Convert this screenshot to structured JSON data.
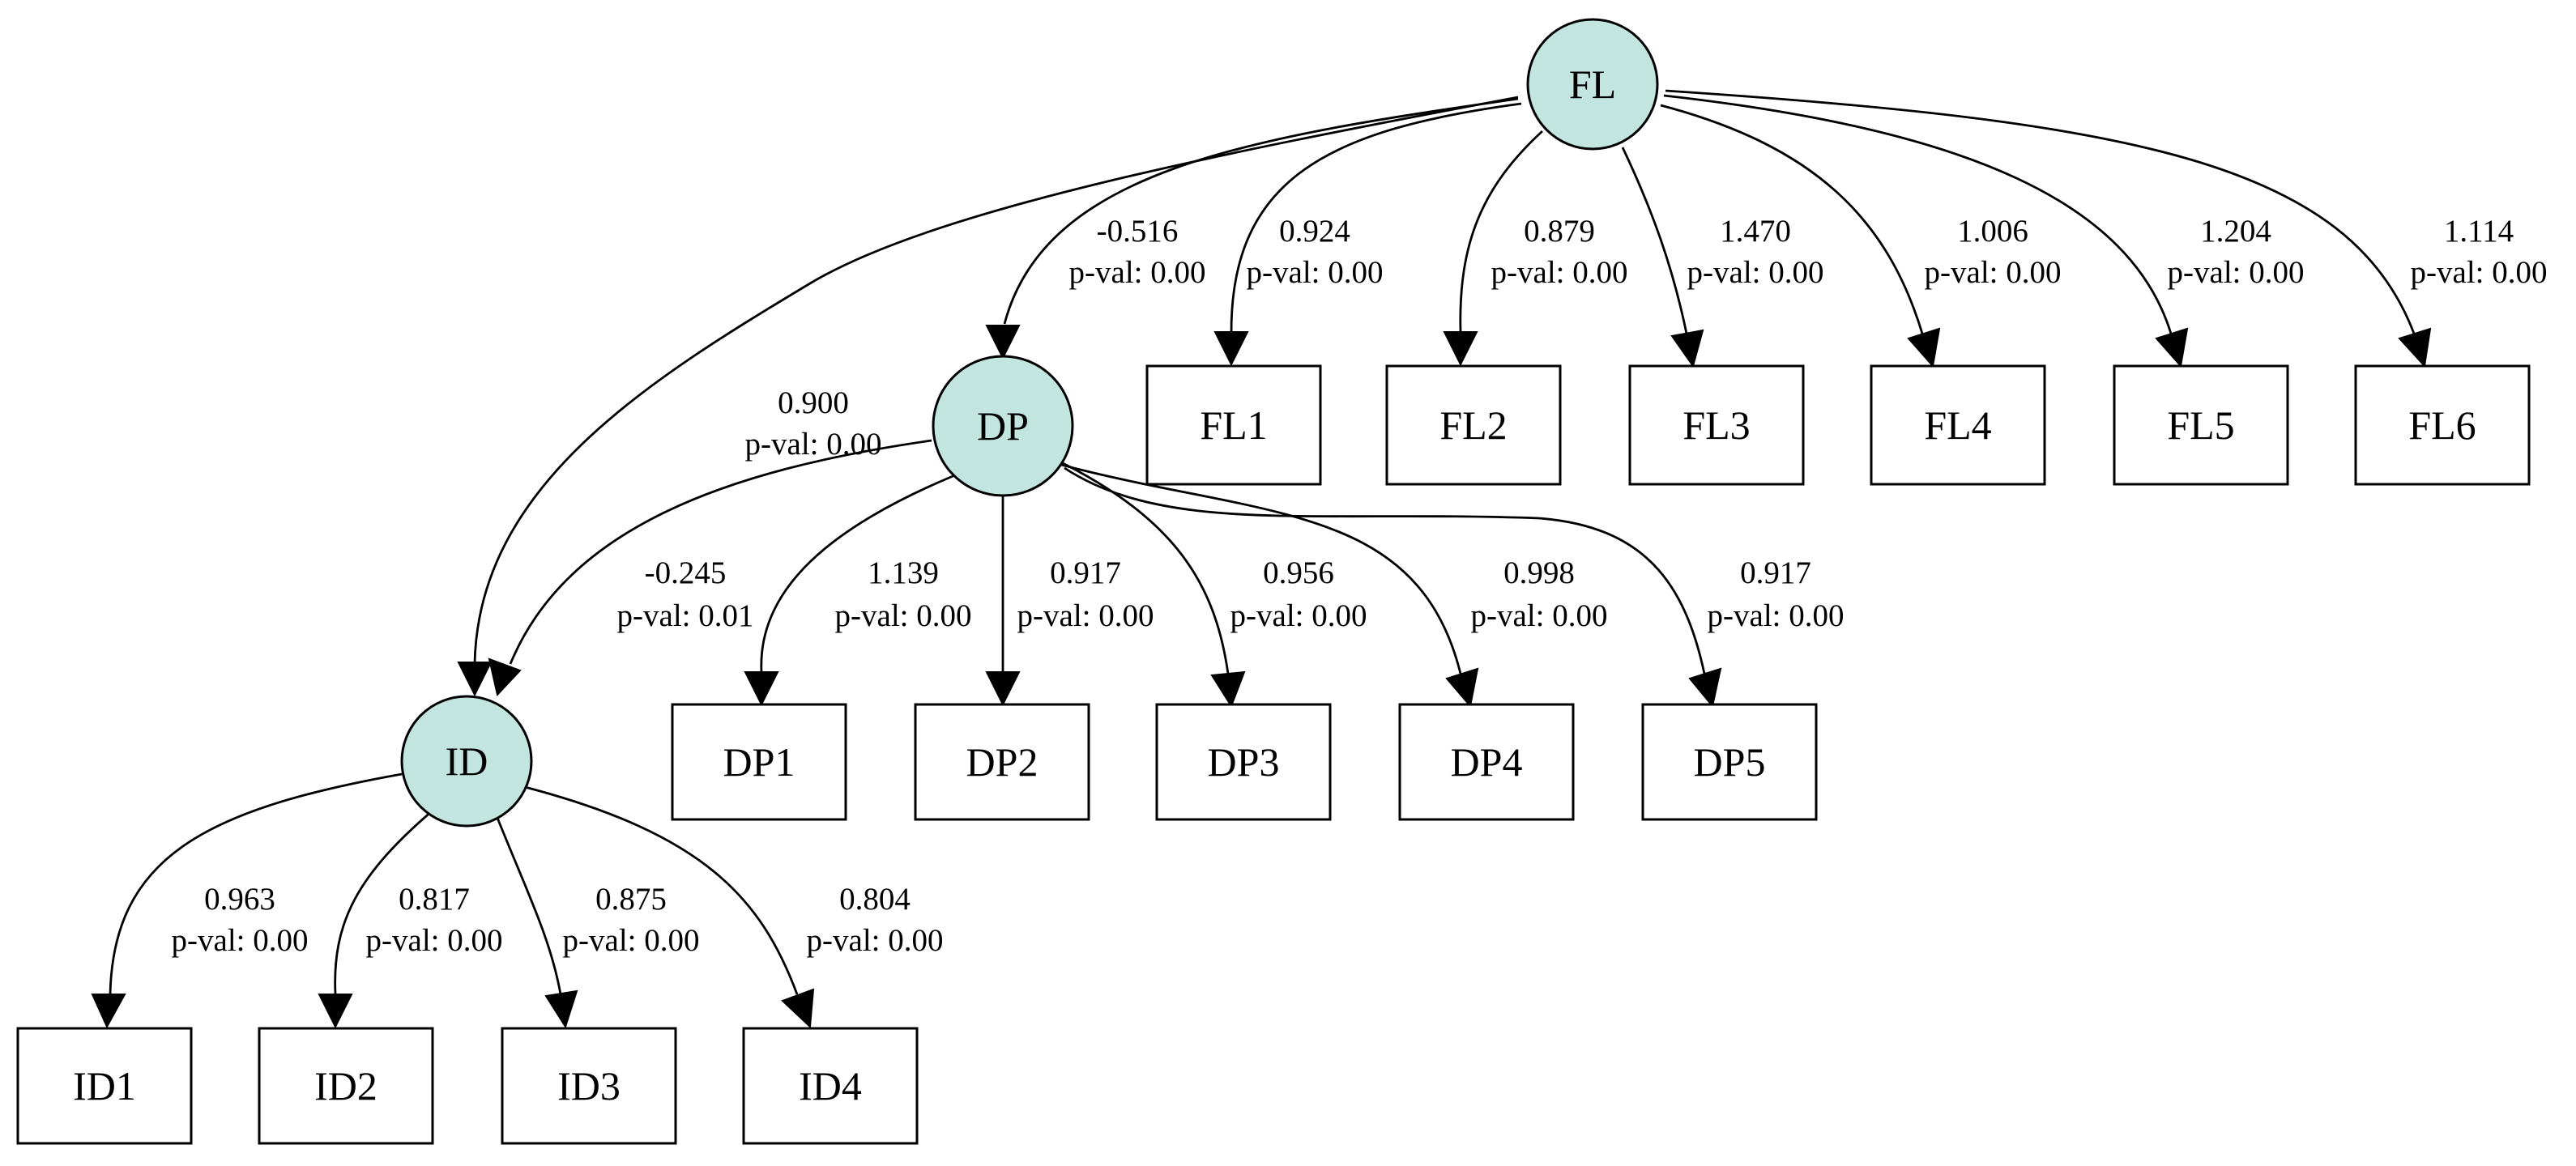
{
  "diagram": {
    "latent_nodes": [
      {
        "id": "FL",
        "label": "FL"
      },
      {
        "id": "DP",
        "label": "DP"
      },
      {
        "id": "ID",
        "label": "ID"
      }
    ],
    "observed_nodes": [
      {
        "id": "FL1",
        "label": "FL1"
      },
      {
        "id": "FL2",
        "label": "FL2"
      },
      {
        "id": "FL3",
        "label": "FL3"
      },
      {
        "id": "FL4",
        "label": "FL4"
      },
      {
        "id": "FL5",
        "label": "FL5"
      },
      {
        "id": "FL6",
        "label": "FL6"
      },
      {
        "id": "DP1",
        "label": "DP1"
      },
      {
        "id": "DP2",
        "label": "DP2"
      },
      {
        "id": "DP3",
        "label": "DP3"
      },
      {
        "id": "DP4",
        "label": "DP4"
      },
      {
        "id": "DP5",
        "label": "DP5"
      },
      {
        "id": "ID1",
        "label": "ID1"
      },
      {
        "id": "ID2",
        "label": "ID2"
      },
      {
        "id": "ID3",
        "label": "ID3"
      },
      {
        "id": "ID4",
        "label": "ID4"
      }
    ],
    "edges": [
      {
        "from": "FL",
        "to": "DP",
        "estimate": "-0.516",
        "pval": "p-val: 0.00"
      },
      {
        "from": "FL",
        "to": "ID",
        "estimate": "0.900",
        "pval": "p-val: 0.00"
      },
      {
        "from": "FL",
        "to": "FL1",
        "estimate": "0.924",
        "pval": "p-val: 0.00"
      },
      {
        "from": "FL",
        "to": "FL2",
        "estimate": "0.879",
        "pval": "p-val: 0.00"
      },
      {
        "from": "FL",
        "to": "FL3",
        "estimate": "1.470",
        "pval": "p-val: 0.00"
      },
      {
        "from": "FL",
        "to": "FL4",
        "estimate": "1.006",
        "pval": "p-val: 0.00"
      },
      {
        "from": "FL",
        "to": "FL5",
        "estimate": "1.204",
        "pval": "p-val: 0.00"
      },
      {
        "from": "FL",
        "to": "FL6",
        "estimate": "1.114",
        "pval": "p-val: 0.00"
      },
      {
        "from": "DP",
        "to": "ID",
        "estimate": "-0.245",
        "pval": "p-val: 0.01"
      },
      {
        "from": "DP",
        "to": "DP1",
        "estimate": "1.139",
        "pval": "p-val: 0.00"
      },
      {
        "from": "DP",
        "to": "DP2",
        "estimate": "0.917",
        "pval": "p-val: 0.00"
      },
      {
        "from": "DP",
        "to": "DP3",
        "estimate": "0.956",
        "pval": "p-val: 0.00"
      },
      {
        "from": "DP",
        "to": "DP4",
        "estimate": "0.998",
        "pval": "p-val: 0.00"
      },
      {
        "from": "DP",
        "to": "DP5",
        "estimate": "0.917",
        "pval": "p-val: 0.00"
      },
      {
        "from": "ID",
        "to": "ID1",
        "estimate": "0.963",
        "pval": "p-val: 0.00"
      },
      {
        "from": "ID",
        "to": "ID2",
        "estimate": "0.817",
        "pval": "p-val: 0.00"
      },
      {
        "from": "ID",
        "to": "ID3",
        "estimate": "0.875",
        "pval": "p-val: 0.00"
      },
      {
        "from": "ID",
        "to": "ID4",
        "estimate": "0.804",
        "pval": "p-val: 0.00"
      }
    ]
  }
}
